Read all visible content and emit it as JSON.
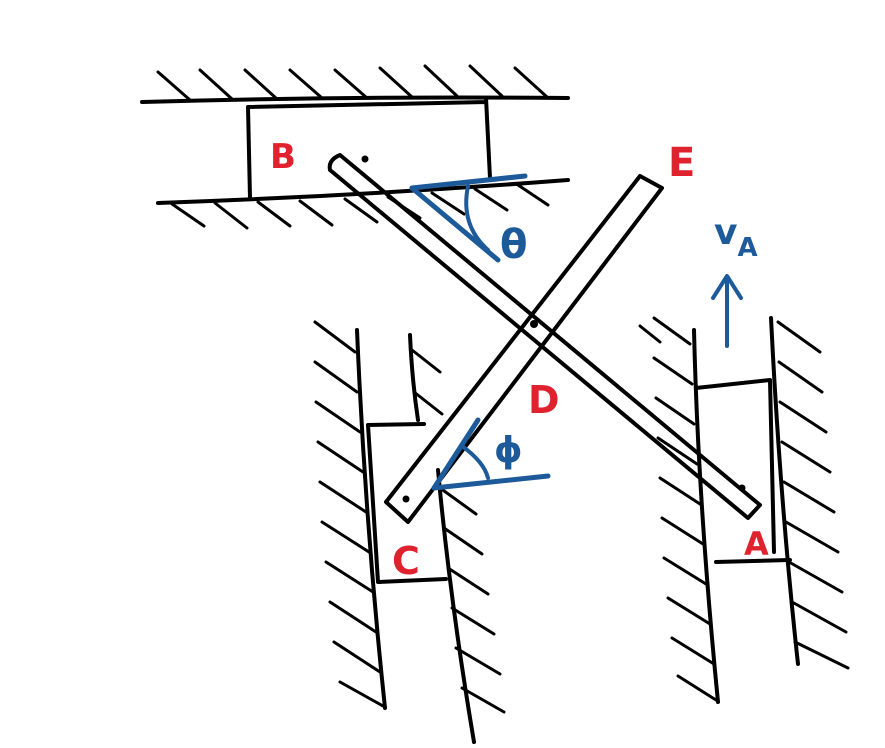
{
  "labels": {
    "point_b": "B",
    "point_e": "E",
    "point_d": "D",
    "point_c": "C",
    "point_a": "A",
    "angle_theta": "θ",
    "angle_phi": "ϕ",
    "velocity_main": "v",
    "velocity_sub": "A"
  },
  "colors": {
    "ink": "#000000",
    "point_labels": "#e0212e",
    "annotations": "#1d5a9a"
  }
}
